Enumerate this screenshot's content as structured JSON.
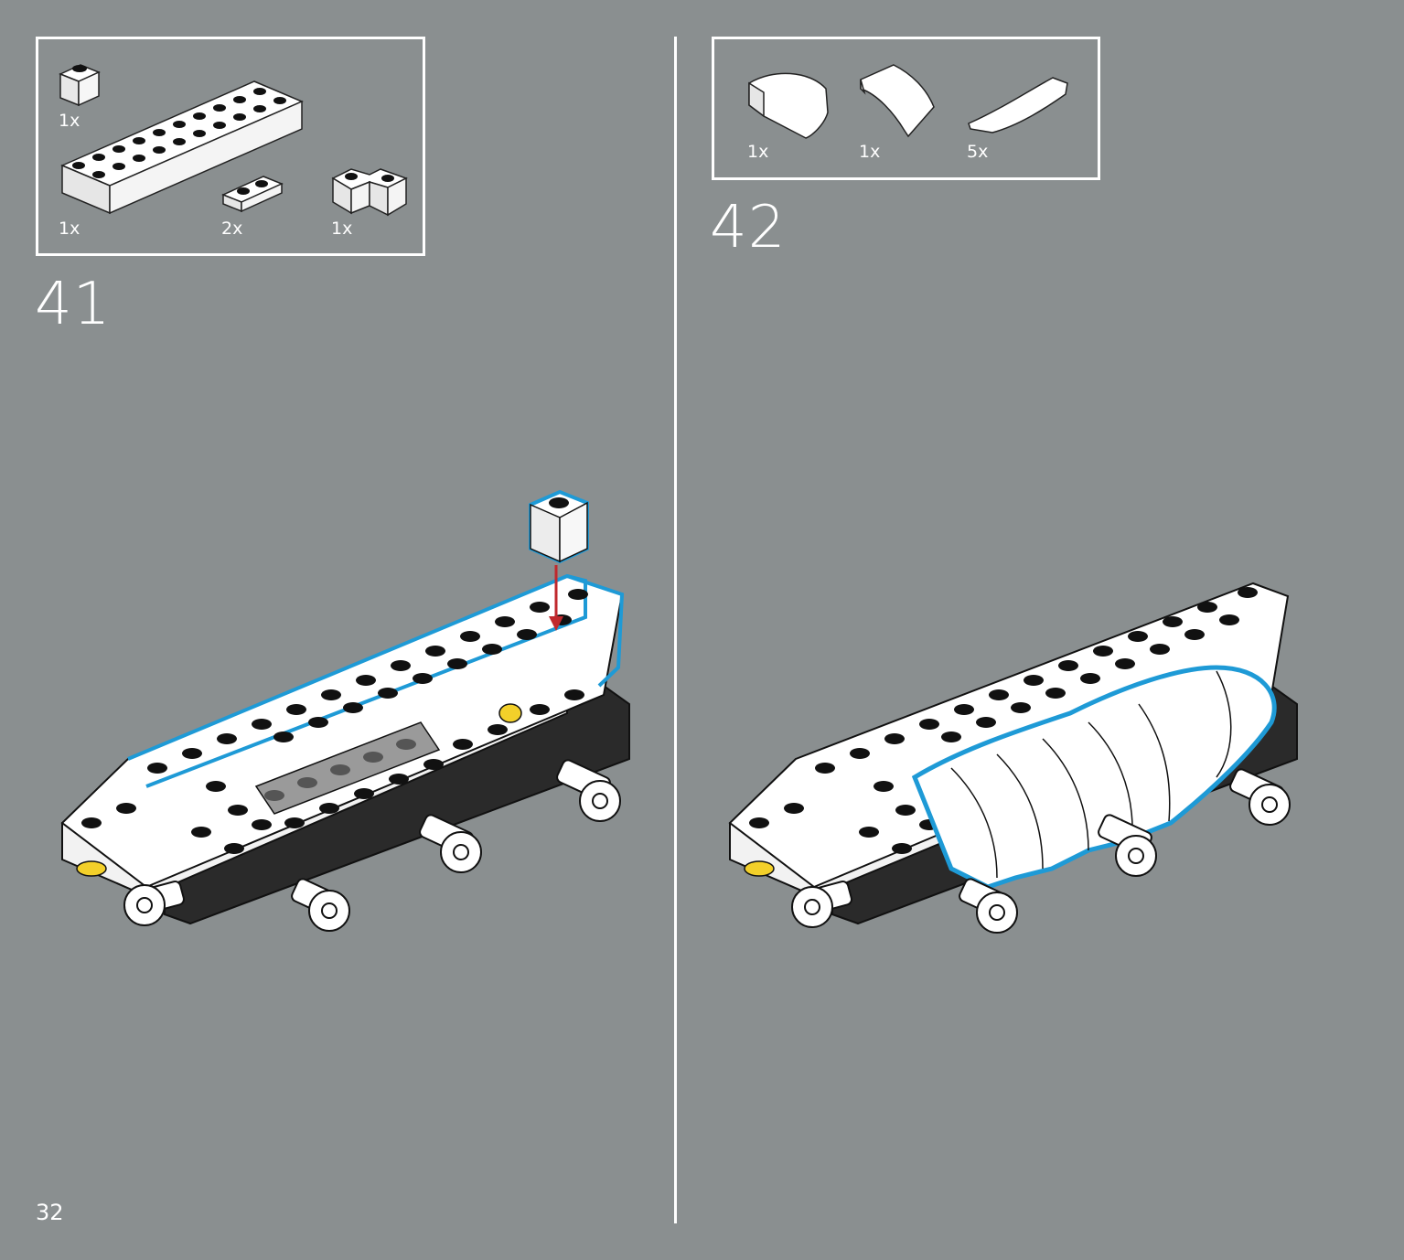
{
  "page": {
    "number": "32"
  },
  "steps": [
    {
      "number": "41",
      "parts": [
        {
          "qty": "1x",
          "icon": "brick-1x1-icon"
        },
        {
          "qty": "1x",
          "icon": "brick-2x10-icon"
        },
        {
          "qty": "2x",
          "icon": "plate-1x2-icon"
        },
        {
          "qty": "1x",
          "icon": "corner-brick-icon"
        }
      ]
    },
    {
      "number": "42",
      "parts": [
        {
          "qty": "1x",
          "icon": "curved-slope-large-icon"
        },
        {
          "qty": "1x",
          "icon": "curved-slope-medium-icon"
        },
        {
          "qty": "5x",
          "icon": "curved-slope-long-icon"
        }
      ]
    }
  ],
  "colors": {
    "background": "#8a8f90",
    "highlight_outline": "#1e9ad6",
    "arrow": "#c0282d",
    "accent_yellow": "#f3d02a"
  }
}
